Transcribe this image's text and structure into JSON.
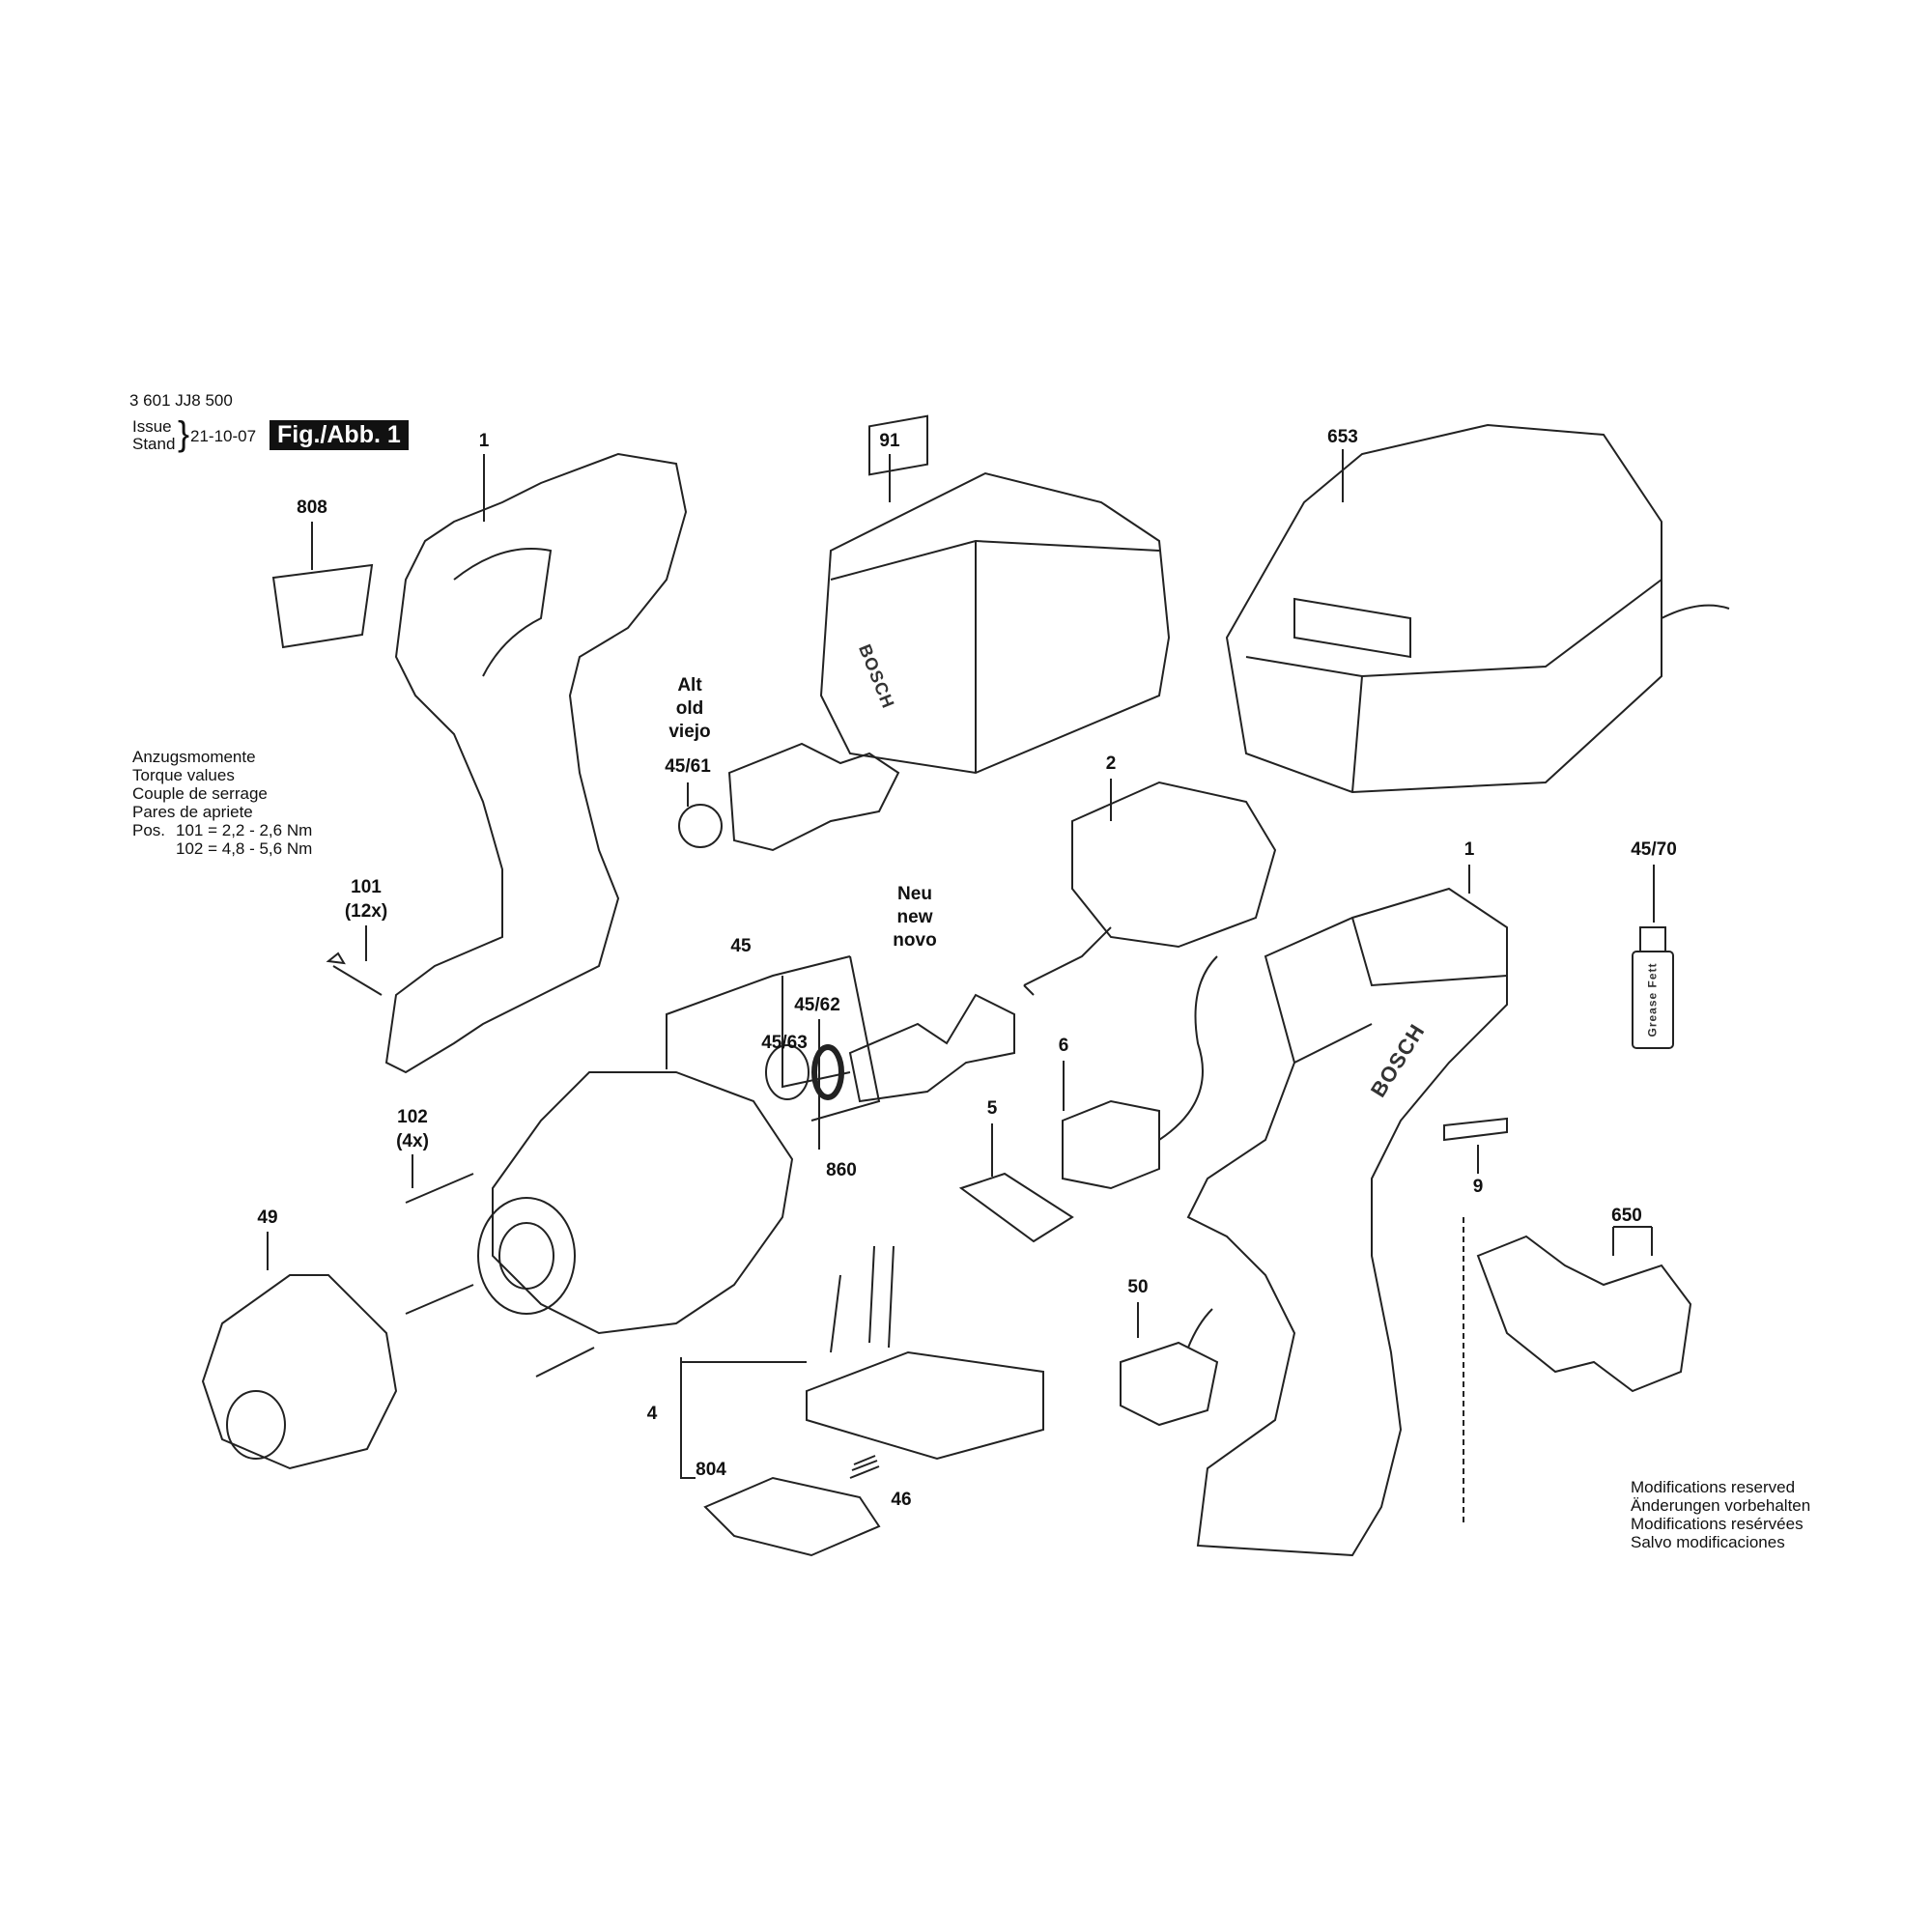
{
  "header": {
    "part_number": "3 601 JJ8 500",
    "issue_label": "Issue",
    "stand_label": "Stand",
    "date": "21-10-07",
    "figure": "Fig./Abb. 1"
  },
  "torque": {
    "lines": [
      "Anzugsmomente",
      "Torque values",
      "Couple de serrage",
      "Pares de apriete"
    ],
    "pos_label": "Pos.",
    "row1": "101 = 2,2 - 2,6 Nm",
    "row2": "102 = 4,8 - 5,6 Nm"
  },
  "modifications": [
    "Modifications reserved",
    "Änderungen vorbehalten",
    "Modifications resérvées",
    "Salvo modificaciones"
  ],
  "labels": {
    "housing_left": "1",
    "label_808": "808",
    "battery": "91",
    "charger": "653",
    "alt": [
      "Alt",
      "old",
      "viejo"
    ],
    "anvil_old": "45/61",
    "motor": "2",
    "housing_right": "1",
    "grease": "45/70",
    "screw_101": [
      "101",
      "(12x)"
    ],
    "neu": [
      "Neu",
      "new",
      "novo"
    ],
    "gear_housing": "45",
    "anvil_new": "45/62",
    "ring_45_63": "45/63",
    "switch": "6",
    "oring": "860",
    "slider": "5",
    "screw_102": [
      "102",
      "(4x)"
    ],
    "nameplate": "9",
    "clip": "650",
    "cap": "49",
    "led_module": "50",
    "electronics": "4",
    "plate": "804",
    "spring": "46"
  },
  "brand_marks": [
    "BOSCH",
    "Grease Fett"
  ]
}
